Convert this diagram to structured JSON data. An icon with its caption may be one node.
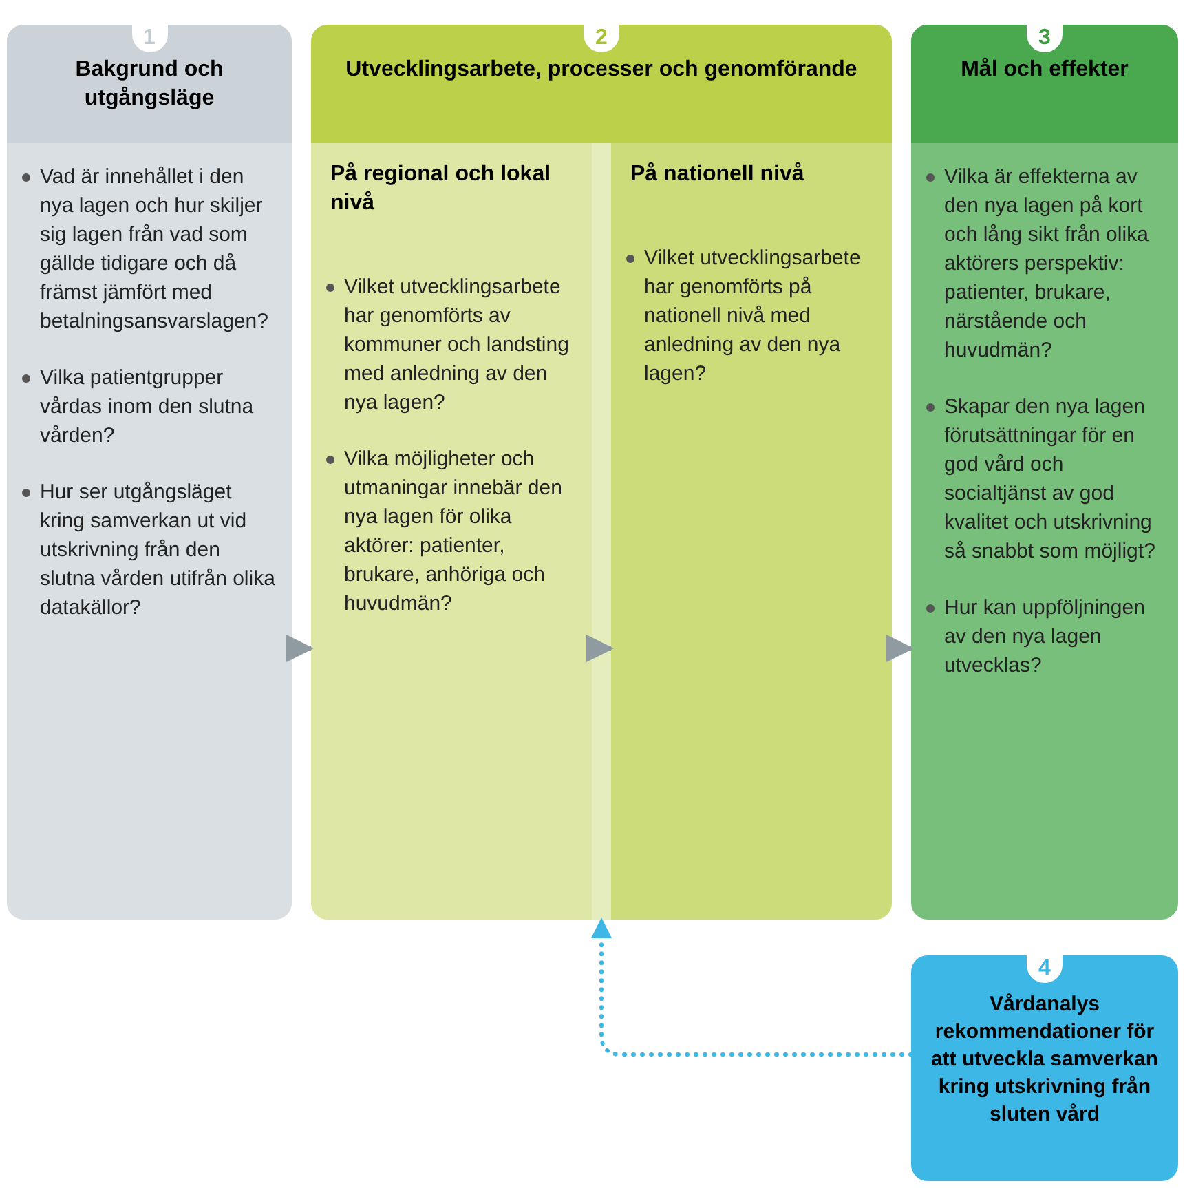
{
  "diagram": {
    "nodes": [
      {
        "text": [
          "1",
          "Bakgrund och utgångsläge",
          "Vad är innehållet i den nya lagen och hur skiljer sig lagen från vad som gällde tidigare och då främst jämfört med betalningsansvarslagen?",
          "Vilka patientgrupper vårdas inom den slutna vården?",
          "Hur ser utgångsläget kring samverkan ut vid utskrivning från den slutna vården utifrån olika datakällor?"
        ]
      },
      {
        "text": [
          "2",
          "Utvecklingsarbete, processer och genomförande"
        ]
      },
      {
        "text": [
          "På regional och lokal nivå",
          "Vilket utvecklingsarbete har genomförts av kommuner och landsting med anledning av den nya lagen?",
          "Vilka möjligheter och utmaningar innebär den nya lagen för olika aktörer: patienter, brukare, anhöriga och huvudmän?"
        ],
        "in": 1
      },
      {
        "text": [
          "På nationell nivå",
          "Vilket utvecklingsarbete har genomförts på nationell nivå med anledning av den nya lagen?"
        ],
        "in": 1
      },
      {
        "text": [
          "3",
          "Mål och effekter",
          "Vilka är effekterna av den nya lagen på kort och lång sikt från olika aktörers perspektiv: patienter, brukare, närstående och huvudmän?",
          "Skapar den nya lagen förutsättningar för en god vård och socialtjänst av god kvalitet och utskrivning så snabbt som möjligt?",
          "Hur kan uppföljningen av den nya lagen utvecklas?"
        ]
      },
      {
        "text": [
          "4",
          "Vårdanalys rekommendationer för att utveckla samverkan kring utskrivning från sluten vård"
        ]
      }
    ],
    "edges": [
      {
        "from": 0,
        "to": 2,
        "arrow": "to"
      },
      {
        "from": 2,
        "to": 3,
        "arrow": "to"
      },
      {
        "from": 3,
        "to": 4,
        "arrow": "to"
      },
      {
        "from": 5,
        "to": 1,
        "arrow": "to",
        "style": "dashed",
        "color": "#3db7e6"
      }
    ]
  }
}
